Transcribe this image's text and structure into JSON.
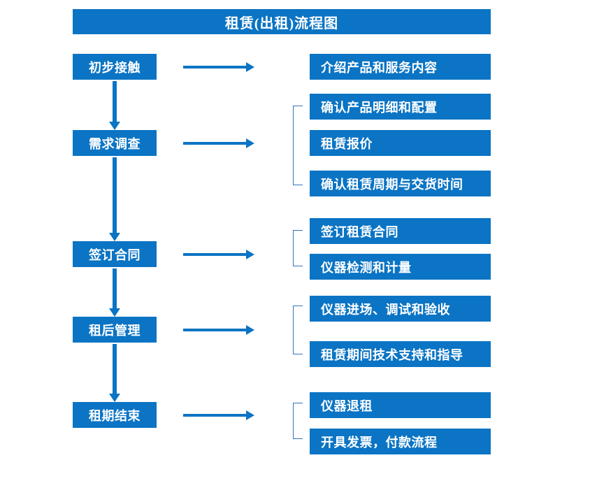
{
  "diagram": {
    "title": "租赁(出租)流程图",
    "accent_color": "#0B74C4",
    "bracket_color": "#3573B9",
    "text_color": "#FFFFFF",
    "background_color": "#FFFFFF",
    "stages": [
      {
        "label": "初步接触"
      },
      {
        "label": "需求调查"
      },
      {
        "label": "签订合同"
      },
      {
        "label": "租后管理"
      },
      {
        "label": "租期结束"
      }
    ],
    "details": [
      {
        "label": "介绍产品和服务内容"
      },
      {
        "label": "确认产品明细和配置"
      },
      {
        "label": "租赁报价"
      },
      {
        "label": "确认租赁周期与交货时间"
      },
      {
        "label": "签订租赁合同"
      },
      {
        "label": "仪器检测和计量"
      },
      {
        "label": "仪器进场、调试和验收"
      },
      {
        "label": "租赁期间技术支持和指导"
      },
      {
        "label": "仪器退租"
      },
      {
        "label": "开具发票，付款流程"
      }
    ],
    "connectors": {
      "horizontal_arrow_count": 5,
      "vertical_arrow_count": 4,
      "bracket_count": 4
    }
  }
}
